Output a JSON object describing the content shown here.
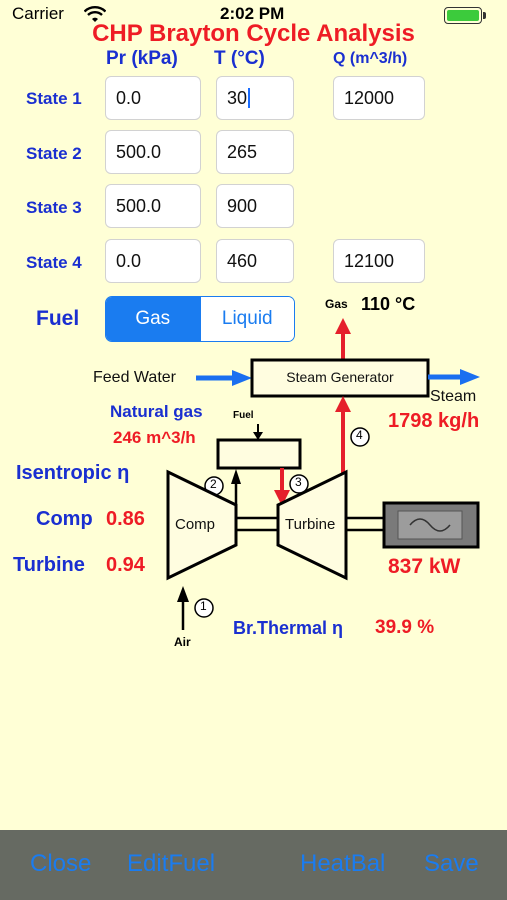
{
  "status_bar": {
    "carrier": "Carrier",
    "time": "2:02 PM"
  },
  "title": "CHP Brayton Cycle Analysis",
  "columns": {
    "pressure": "Pr (kPa)",
    "temperature": "T (°C)",
    "flow": "Q (m^3/h)"
  },
  "states": [
    {
      "label": "State 1",
      "pressure": "0.0",
      "temperature": "30",
      "flow": "12000"
    },
    {
      "label": "State 2",
      "pressure": "500.0",
      "temperature": "265",
      "flow": ""
    },
    {
      "label": "State 3",
      "pressure": "500.0",
      "temperature": "900",
      "flow": ""
    },
    {
      "label": "State 4",
      "pressure": "0.0",
      "temperature": "460",
      "flow": "12100"
    }
  ],
  "fuel": {
    "label": "Fuel",
    "options": [
      "Gas",
      "Liquid"
    ],
    "selected": "Gas"
  },
  "diagram": {
    "gas_label": "Gas",
    "gas_temp": "110 °C",
    "feed_water": "Feed Water",
    "steam_generator": "Steam Generator",
    "steam": "Steam",
    "steam_rate": "1798 kg/h",
    "natural_gas": "Natural gas",
    "natural_gas_rate": "246 m^3/h",
    "fuel_small": "Fuel",
    "comp": "Comp",
    "turbine": "Turbine",
    "power": "837 kW",
    "air": "Air",
    "state_markers": [
      "1",
      "2",
      "3",
      "4"
    ]
  },
  "efficiency": {
    "heading": "Isentropic η",
    "comp_label": "Comp",
    "comp_value": "0.86",
    "turbine_label": "Turbine",
    "turbine_value": "0.94",
    "thermal_label": "Br.Thermal η",
    "thermal_value": "39.9 %"
  },
  "toolbar": {
    "close": "Close",
    "edit_fuel": "EditFuel",
    "heat_bal": "HeatBal",
    "save": "Save"
  },
  "colors": {
    "accent": "#1a7cf0",
    "label_blue": "#1a2fd0",
    "value_red": "#ee1c25",
    "background": "#ffffd6",
    "toolbar": "#666a62"
  }
}
